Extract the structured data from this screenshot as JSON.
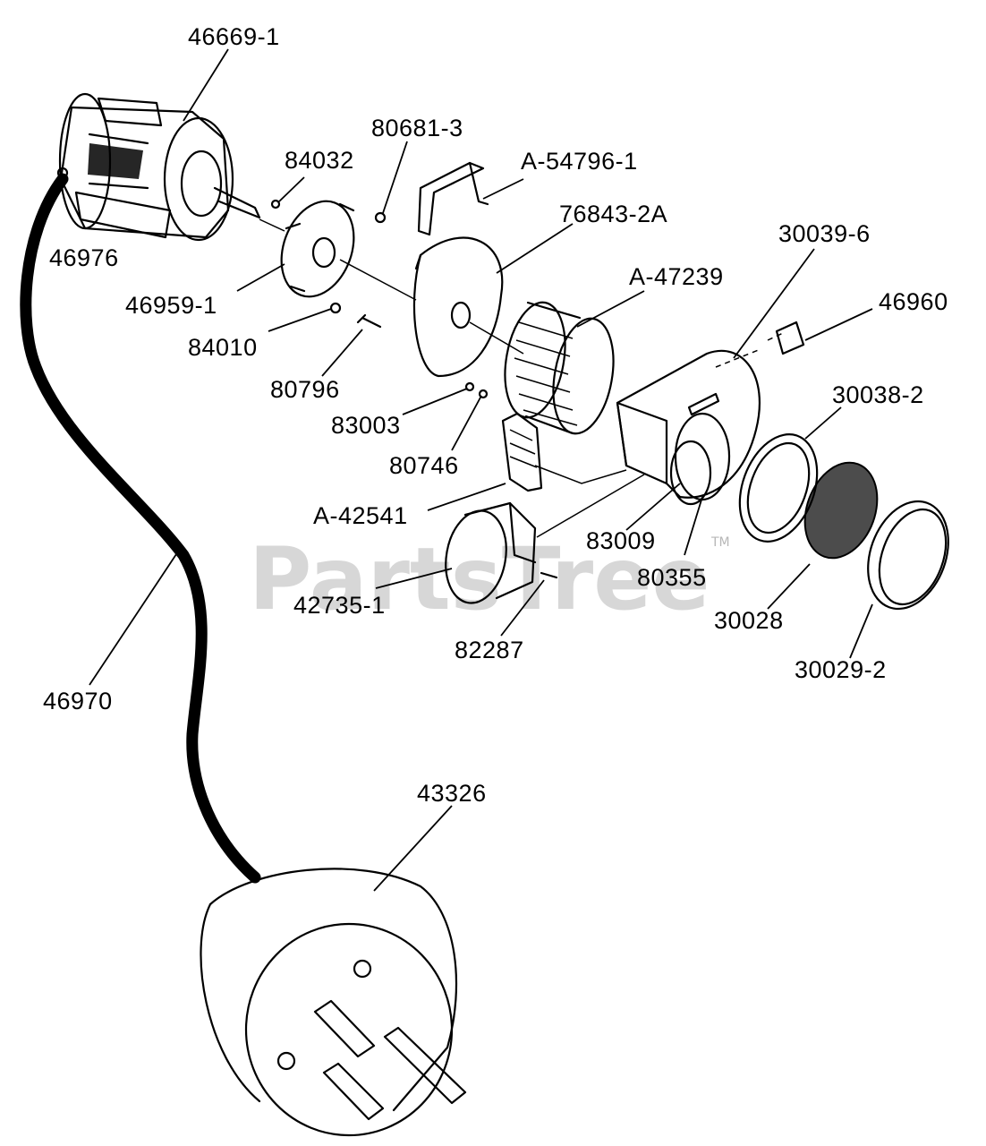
{
  "watermark": {
    "text": "PartsTree",
    "tm": "TM"
  },
  "labels": {
    "p46669_1": "46669-1",
    "p84032": "84032",
    "p80681_3": "80681-3",
    "pA54796_1": "A-54796-1",
    "p76843_2A": "76843-2A",
    "p30039_6": "30039-6",
    "p46976": "46976",
    "pA47239": "A-47239",
    "p46960": "46960",
    "p46959_1": "46959-1",
    "p84010": "84010",
    "p80796": "80796",
    "p30038_2": "30038-2",
    "p83003": "83003",
    "p80746": "80746",
    "pA42541": "A-42541",
    "p83009": "83009",
    "p80355": "80355",
    "p42735_1": "42735-1",
    "p30028": "30028",
    "p82287": "82287",
    "p30029_2": "30029-2",
    "p46970": "46970",
    "p43326": "43326"
  }
}
